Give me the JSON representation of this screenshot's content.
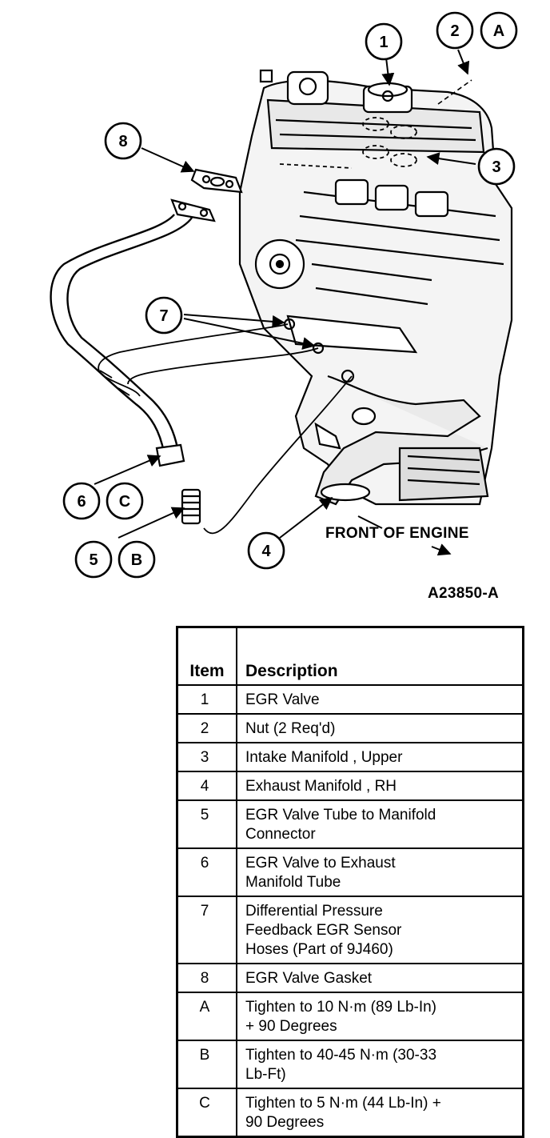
{
  "figure": {
    "callouts": [
      "1",
      "2",
      "A",
      "3",
      "8",
      "7",
      "6",
      "C",
      "5",
      "B",
      "4"
    ],
    "front_label": "FRONT OF ENGINE",
    "figure_code": "A23850-A"
  },
  "table": {
    "headers": [
      "Item",
      "Description"
    ],
    "rows": [
      {
        "item": "1",
        "lines": [
          "EGR Valve"
        ]
      },
      {
        "item": "2",
        "lines": [
          "Nut (2 Req'd)"
        ]
      },
      {
        "item": "3",
        "lines": [
          "Intake Manifold , Upper"
        ]
      },
      {
        "item": "4",
        "lines": [
          "Exhaust Manifold , RH"
        ]
      },
      {
        "item": "5",
        "lines": [
          "EGR Valve Tube to Manifold",
          "Connector"
        ]
      },
      {
        "item": "6",
        "lines": [
          "EGR Valve to Exhaust",
          "Manifold Tube"
        ]
      },
      {
        "item": "7",
        "lines": [
          "Differential Pressure",
          "Feedback EGR Sensor",
          "Hoses (Part of 9J460)"
        ]
      },
      {
        "item": "8",
        "lines": [
          "EGR Valve Gasket"
        ]
      },
      {
        "item": "A",
        "lines": [
          "Tighten to  10 N·m (89 Lb-In)",
          "+ 90 Degrees"
        ]
      },
      {
        "item": "B",
        "lines": [
          "Tighten to 40-45 N·m (30-33",
          "Lb-Ft)"
        ]
      },
      {
        "item": "C",
        "lines": [
          "Tighten to 5 N·m (44 Lb-In) +",
          "90 Degrees"
        ]
      }
    ]
  }
}
